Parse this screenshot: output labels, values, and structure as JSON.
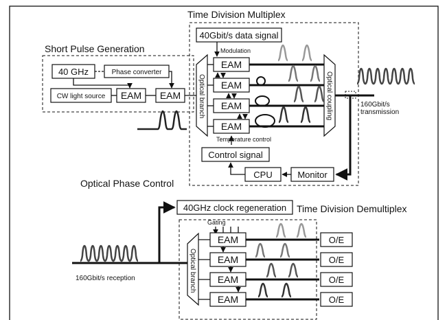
{
  "labels": {
    "short_pulse_generation": "Short Pulse Generation",
    "time_division_multiplex": "Time Division Multiplex",
    "optical_phase_control": "Optical Phase Control",
    "time_division_demultiplex": "Time Division Demultiplex",
    "modulation": "Modulation",
    "temperature_control": "Temperature control",
    "gating": "Gating",
    "transmission_line1": "160Gbit/s",
    "transmission_line2": "transmission",
    "reception": "160Gbit/s reception"
  },
  "boxes": {
    "clock_40ghz": "40 GHz",
    "phase_converter": "Phase converter",
    "cw_light_source": "CW light source",
    "eam": "EAM",
    "data_signal": "40Gbit/s data signal",
    "control_signal": "Control signal",
    "cpu": "CPU",
    "monitor": "Monitor",
    "clock_regeneration": "40GHz clock regeneration",
    "oe": "O/E"
  },
  "side_labels": {
    "optical_branch": "Optical branch",
    "optical_coupling": "Optical coupling"
  }
}
